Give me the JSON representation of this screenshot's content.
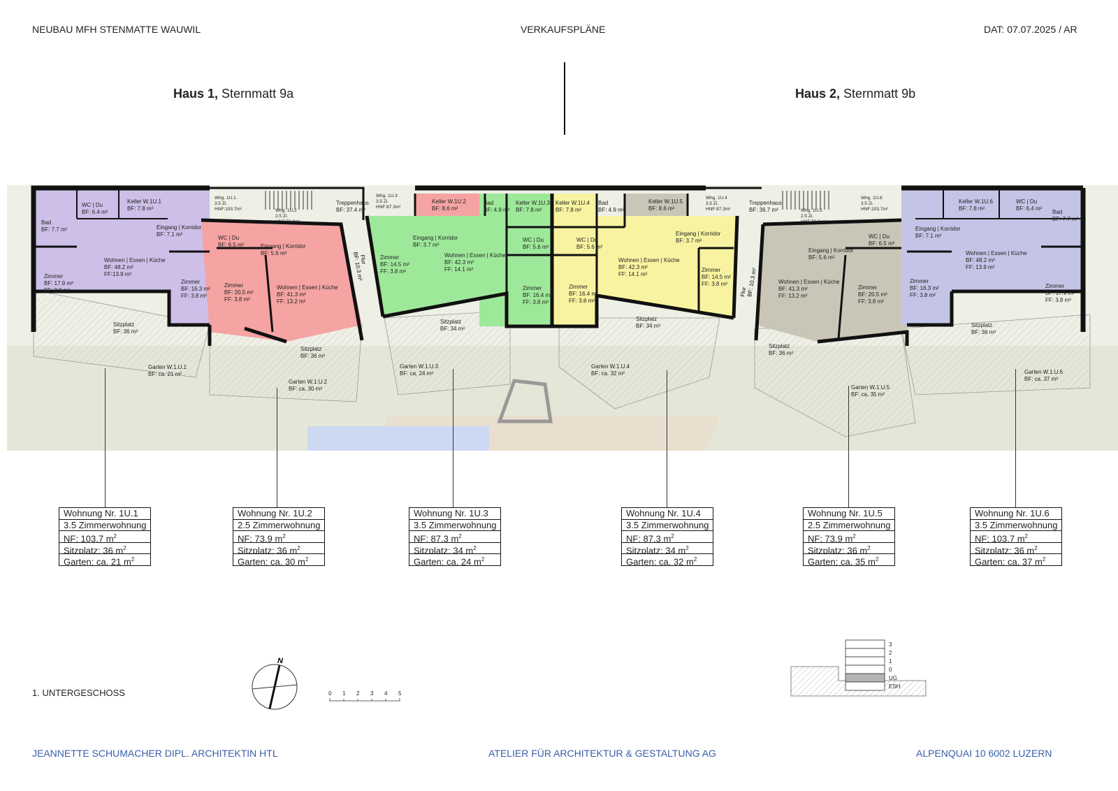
{
  "header": {
    "project": "NEUBAU MFH STENMATTE WAUWIL",
    "plan_type": "VERKAUFSPLÄNE",
    "date": "DAT: 07.07.2025 / AR"
  },
  "houses": [
    {
      "bold": "Haus 1,",
      "name": "Sternmatt 9a"
    },
    {
      "bold": "Haus 2,",
      "name": "Sternmatt 9b"
    }
  ],
  "colors": {
    "unit_1U1": "#cdbfe8",
    "unit_1U2": "#f5a3a3",
    "unit_1U3": "#9ee89a",
    "unit_1U4": "#f7f3a0",
    "unit_1U5": "#c9c6b8",
    "unit_1U6": "#c4c4e6",
    "garden": "#e4e7d8",
    "wall": "#111111",
    "footer_text": "#3a5ea8"
  },
  "rooms": [
    {
      "name": "WC | Du",
      "area": "BF: 6.4 m²"
    },
    {
      "name": "Keller W.1U.1",
      "area": "BF: 7.8 m²"
    },
    {
      "name": "Bad",
      "area": "BF: 7.7 m²"
    },
    {
      "name": "Eingang | Korridor",
      "area": "BF: 7.1 m²"
    },
    {
      "name": "Wohnen | Essen | Küche",
      "area": "BF: 48.2 m²",
      "extra": "FF:13.9 m²"
    },
    {
      "name": "Zimmer",
      "area": "BF: 17.9 m²",
      "extra": "FF: 3.8 m²"
    },
    {
      "name": "Zimmer",
      "area": "BF: 16.3 m²",
      "extra": "FF: 3.8 m²"
    },
    {
      "name": "Keller W.1U.2",
      "area": "BF: 8.6 m²"
    },
    {
      "name": "WC | Du",
      "area": "BF: 6.5 m²"
    },
    {
      "name": "Eingang | Korridor",
      "area": "BF: 5.6 m²"
    },
    {
      "name": "Zimmer",
      "area": "BF: 20.5 m²",
      "extra": "FF: 3.8 m²"
    },
    {
      "name": "Wohnen | Essen | Küche",
      "area": "BF: 41.3 m²",
      "extra": "FF: 13.2 m²"
    },
    {
      "name": "Treppenhaus",
      "area": "BF: 37.4 m²"
    },
    {
      "name": "Eingang | Korridor",
      "area": "BF: 3.7 m²"
    },
    {
      "name": "Zimmer",
      "area": "BF: 14.5 m²",
      "extra": "FF: 3.8 m²"
    },
    {
      "name": "Wohnen | Essen | Küche",
      "area": "BF: 42.3 m²",
      "extra": "FF: 14.1 m²"
    },
    {
      "name": "Keller W.1U.3",
      "area": "BF: 7.8 m²"
    },
    {
      "name": "Bad",
      "area": "BF: 4.9 m²"
    },
    {
      "name": "WC | Du",
      "area": "BF: 5.6 m²"
    },
    {
      "name": "Zimmer",
      "area": "BF: 16.4 m²",
      "extra": "FF: 3.8 m²"
    },
    {
      "name": "Keller W.1U.4",
      "area": "BF: 7.8 m²"
    },
    {
      "name": "Bad",
      "area": "BF: 4.9 m²"
    },
    {
      "name": "WC | Du",
      "area": "BF: 5.6 m²"
    },
    {
      "name": "Zimmer",
      "area": "BF: 16.4 m²",
      "extra": "FF: 3.8 m²"
    },
    {
      "name": "Keller W.1U.5",
      "area": "BF: 8.6 m²"
    },
    {
      "name": "Eingang | Korridor",
      "area": "BF: 3.7 m²"
    },
    {
      "name": "Wohnen | Essen | Küche",
      "area": "BF: 42.3 m²",
      "extra": "FF: 14.1 m²"
    },
    {
      "name": "Zimmer",
      "area": "BF: 14.5 m²",
      "extra": "FF: 3.8 m²"
    },
    {
      "name": "Treppenhaus",
      "area": "BF: 36.7 m²"
    },
    {
      "name": "Eingang | Korridor",
      "area": "BF: 5.6 m²"
    },
    {
      "name": "Wohnen | Essen | Küche",
      "area": "BF: 41.3 m²",
      "extra": "FF: 13.2 m²"
    },
    {
      "name": "Zimmer",
      "area": "BF: 20.5 m²",
      "extra": "FF: 3.8 m²"
    },
    {
      "name": "WC | Du",
      "area": "BF: 6.5 m²"
    },
    {
      "name": "Keller W.1U.6",
      "area": "BF: 7.8 m²"
    },
    {
      "name": "WC | Du",
      "area": "BF: 6.4 m²"
    },
    {
      "name": "Bad",
      "area": "BF: 7.7 m²"
    },
    {
      "name": "Eingang | Korridor",
      "area": "BF: 7.1 m²"
    },
    {
      "name": "Wohnen | Essen | Küche",
      "area": "BF: 48.2 m²",
      "extra": "FF: 13.9 m²"
    },
    {
      "name": "Zimmer",
      "area": "BF: 16.3 m²",
      "extra": "FF: 3.8 m²"
    },
    {
      "name": "Zimmer",
      "area": "BF: 17.9 m²",
      "extra": "FF: 3.8 m²"
    }
  ],
  "flur": [
    "Flur",
    "BF: 10.3 m²"
  ],
  "outdoor": [
    {
      "name": "Sitzplatz",
      "area": "BF: 36 m²"
    },
    {
      "name": "Sitzplatz",
      "area": "BF: 36 m²"
    },
    {
      "name": "Sitzplatz",
      "area": "BF: 34 m²"
    },
    {
      "name": "Sitzplatz",
      "area": "BF: 34 m²"
    },
    {
      "name": "Sitzplatz",
      "area": "BF: 36 m²"
    },
    {
      "name": "Sitzplatz",
      "area": "BF: 36 m²"
    },
    {
      "name": "Garten W.1.U.1",
      "area": "BF: ca. 21 m²"
    },
    {
      "name": "Garten W.1.U.2",
      "area": "BF: ca. 30 m²"
    },
    {
      "name": "Garten W.1.U.3",
      "area": "BF: ca. 24 m²"
    },
    {
      "name": "Garten W.1.U.4",
      "area": "BF: ca. 32 m²"
    },
    {
      "name": "Garten W.1.U.5",
      "area": "BF: ca. 35 m²"
    },
    {
      "name": "Garten W.1.U.6",
      "area": "BF: ca. 37 m²"
    }
  ],
  "unit_tags": [
    [
      "Whg. 1U.1",
      "3.5 Zi.",
      "HNF:103.7m²"
    ],
    [
      "Whg. 1U.2",
      "2.5 Zi.",
      "HNF:73.9m²"
    ],
    [
      "Whg. 1U.3",
      "3.5 Zi.",
      "HNF:87.3m²"
    ],
    [
      "Whg. 1U.4",
      "3.5 Zi.",
      "HNF:87.3m²"
    ],
    [
      "Whg. 1U.5",
      "2.5 Zi.",
      "HNF:73.9 m²"
    ],
    [
      "Whg. 1U.6",
      "3.5 Zi.",
      "HNF:103.7m²"
    ]
  ],
  "units": [
    {
      "nr": "Wohnung Nr. 1U.1",
      "type": "3.5 Zimmerwohnung",
      "nf": "NF: 103.7 m",
      "sitz": "Sitzplatz: 36 m",
      "garten": "Garten: ca. 21 m"
    },
    {
      "nr": "Wohnung Nr. 1U.2",
      "type": "2.5 Zimmerwohnung",
      "nf": "NF: 73.9 m",
      "sitz": "Sitzplatz: 36 m",
      "garten": "Garten: ca. 30 m"
    },
    {
      "nr": "Wohnung Nr. 1U.3",
      "type": "3.5 Zimmerwohnung",
      "nf": "NF: 87.3 m",
      "sitz": "Sitzplatz: 34 m",
      "garten": "Garten: ca. 24 m"
    },
    {
      "nr": "Wohnung Nr. 1U.4",
      "type": "3.5 Zimmerwohnung",
      "nf": "NF:  87.3 m",
      "sitz": "Sitzplatz: 34 m",
      "garten": "Garten: ca. 32 m"
    },
    {
      "nr": "Wohnung Nr. 1U.5",
      "type": "2.5 Zimmerwohnung",
      "nf": "NF: 73.9 m",
      "sitz": "Sitzplatz: 36 m",
      "garten": "Garten: ca. 35 m"
    },
    {
      "nr": "Wohnung Nr. 1U.6",
      "type": "3.5 Zimmerwohnung",
      "nf": "NF: 103.7 m",
      "sitz": "Sitzplatz: 36 m",
      "garten": "Garten: ca. 37 m"
    }
  ],
  "floor_label": "1. UNTERGESCHOSS",
  "north": "N",
  "scale_ticks": [
    "0",
    "1",
    "2",
    "3",
    "4",
    "5"
  ],
  "section_levels": [
    "3",
    "2",
    "1",
    "0",
    "UG",
    "ESH"
  ],
  "footer": {
    "architect": "JEANNETTE SCHUMACHER DIPL. ARCHITEKTIN HTL",
    "atelier": "ATELIER FÜR ARCHITEKTUR & GESTALTUNG AG",
    "address": "ALPENQUAI 10 6002 LUZERN"
  }
}
